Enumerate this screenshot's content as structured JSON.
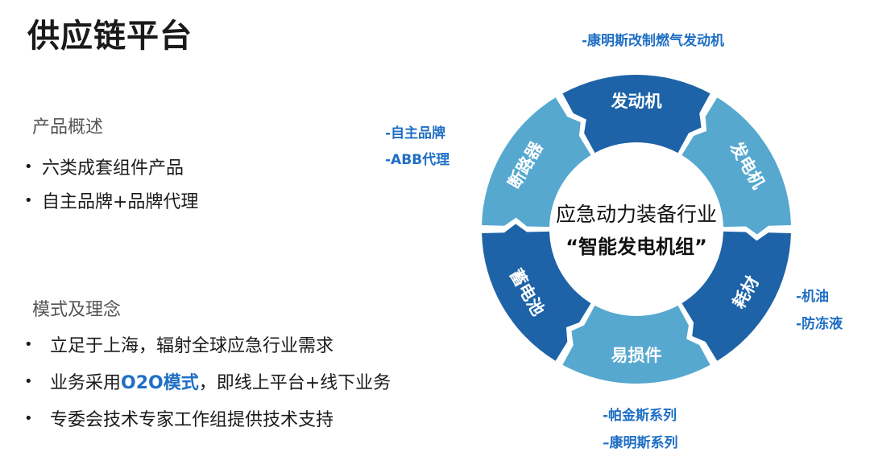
{
  "title": "供应链平台",
  "overview": {
    "heading": "产品概述",
    "items": [
      "六类成套组件产品",
      "自主品牌+品牌代理"
    ]
  },
  "mode": {
    "heading": "模式及理念",
    "items": [
      {
        "text": "立足于上海，辐射全球应急行业需求"
      },
      {
        "before": "业务采用",
        "highlight": "O2O模式",
        "after": "，即线上平台+线下业务"
      },
      {
        "text": "专委会技术专家工作组提供技术支持"
      }
    ]
  },
  "bullet_glyph": "•",
  "diagram": {
    "center_line1": "应急动力装备行业",
    "center_line2": "“智能发电机组”",
    "segments": [
      "发动机",
      "发电机",
      "耗材",
      "易损件",
      "蓄电池",
      "断路器"
    ],
    "colors": {
      "dark": "#1e63a8",
      "light": "#56a8cf",
      "highlight": "#1f6fc4"
    }
  },
  "notes": {
    "engine": "-康明斯改制燃气发动机",
    "breaker_1": "-自主品牌",
    "breaker_2": "-ABB代理",
    "consumables_1": "-机油",
    "consumables_2": "-防冻液",
    "wear_1": "-帕金斯系列",
    "wear_2": "–康明斯系列"
  }
}
